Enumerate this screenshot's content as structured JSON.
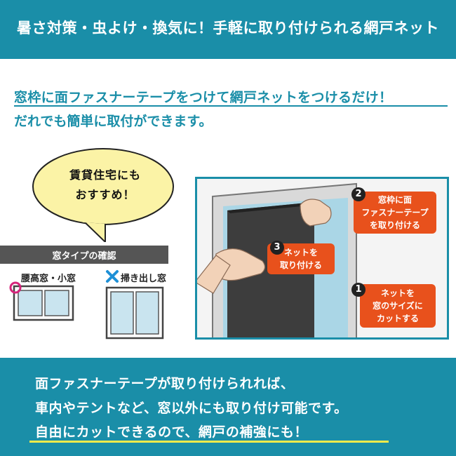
{
  "header": {
    "title": "暑さ対策・虫よけ・換気に！手軽に取り付けられる網戸ネット"
  },
  "lead": {
    "line1": "窓枠に面ファスナーテープをつけて網戸ネットをつけるだけ！",
    "line2": "だれでも簡単に取付ができます。"
  },
  "bubble": {
    "line1": "賃貸住宅にも",
    "line2": "おすすめ！"
  },
  "window_types": {
    "title": "窓タイプの確認",
    "ok_label": "腰高窓・小窓",
    "ng_label": "掃き出し窓"
  },
  "steps": [
    {
      "number": "2",
      "text_lines": [
        "窓枠に面",
        "ファスナーテープ",
        "を取り付ける"
      ]
    },
    {
      "number": "3",
      "text_lines": [
        "ネットを",
        "取り付ける"
      ]
    },
    {
      "number": "1",
      "text_lines": [
        "ネットを",
        "窓のサイズに",
        "カットする"
      ]
    }
  ],
  "bottom": {
    "line1": "面ファスナーテープが取り付けられれば、",
    "line2": "車内やテントなど、窓以外にも取り付け可能です。",
    "line3": "自由にカットできるので、網戸の補強にも！"
  },
  "colors": {
    "brand_teal": "#1a8ea8",
    "step_orange": "#e8511c",
    "bubble_yellow": "#fbf3a6",
    "underline_yellow": "#f7ea4a",
    "ok_magenta": "#d6247a",
    "ng_blue": "#1e90d6"
  }
}
